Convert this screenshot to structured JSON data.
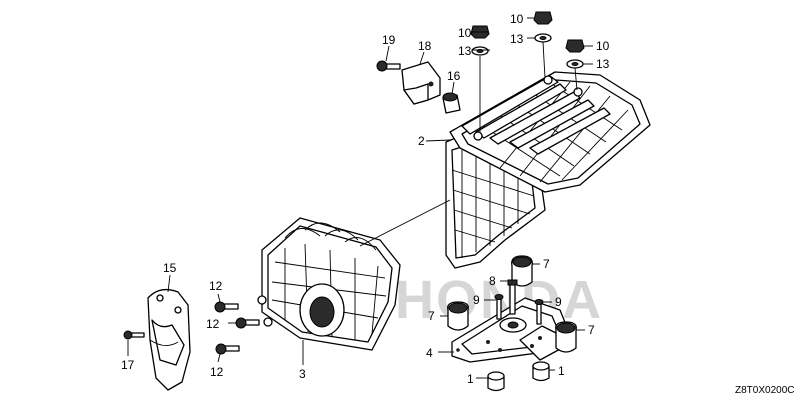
{
  "callouts": {
    "c1a": "1",
    "c1b": "1",
    "c2": "2",
    "c3": "3",
    "c4": "4",
    "c7a": "7",
    "c7b": "7",
    "c7c": "7",
    "c8": "8",
    "c9a": "9",
    "c9b": "9",
    "c10a": "10",
    "c10b": "10",
    "c10c": "10",
    "c12a": "12",
    "c12b": "12",
    "c12c": "12",
    "c13a": "13",
    "c13b": "13",
    "c13c": "13",
    "c15": "15",
    "c16": "16",
    "c17": "17",
    "c18": "18",
    "c19": "19"
  },
  "diagram_code": "Z8T0X0200C",
  "watermark": "HONDA"
}
